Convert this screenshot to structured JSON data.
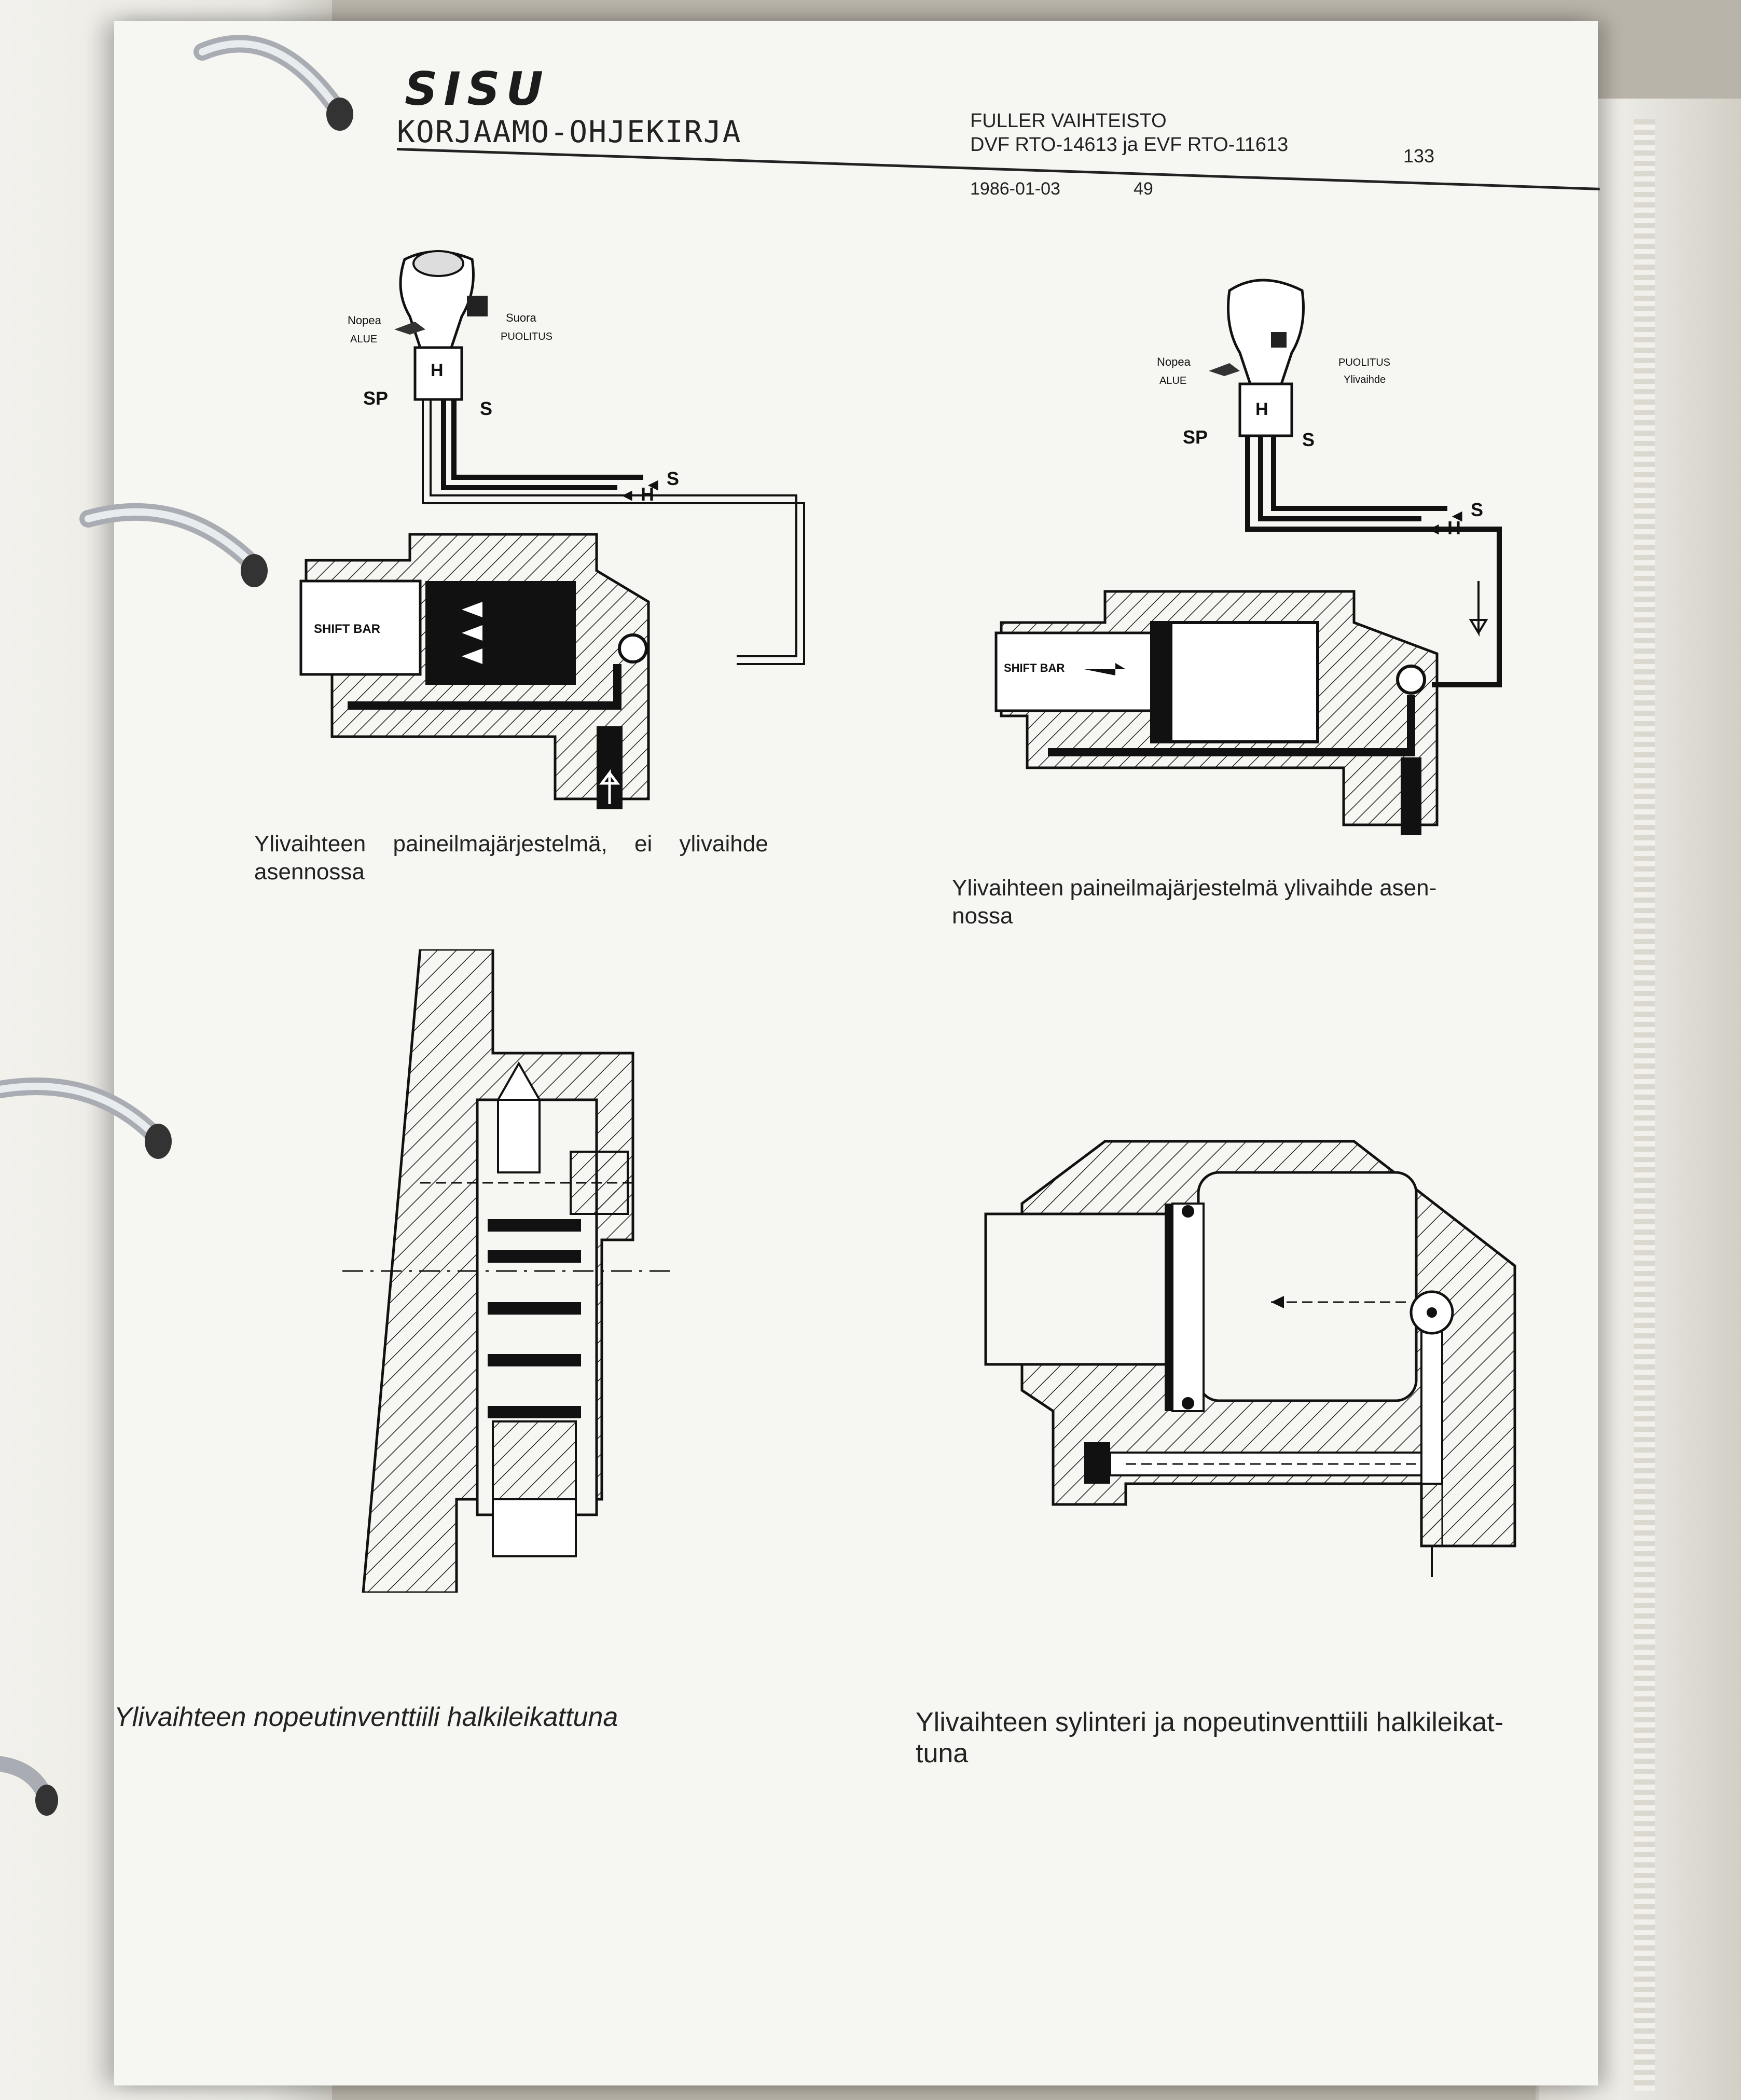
{
  "header": {
    "logo": "SISU",
    "manual_title": "KORJAAMO-OHJEKIRJA",
    "subject_line1": "FULLER VAIHTEISTO",
    "subject_line2": "DVF RTO-14613 ja EVF RTO-11613",
    "page_number": "133",
    "date": "1986-01-03",
    "sheet_number": "49"
  },
  "figures": {
    "fig1": {
      "labels": {
        "nopea": "Nopea",
        "alue": "ALUE",
        "suora": "Suora",
        "puolitus": "PUOLITUS",
        "h": "H",
        "sp": "SP",
        "s": "S",
        "shift_bar": "SHIFT BAR"
      },
      "caption_line1": "Ylivaihteen paineilmajärjestelmä, ei ylivaihde",
      "caption_line2": "asennossa"
    },
    "fig2": {
      "labels": {
        "nopea": "Nopea",
        "alue": "ALUE",
        "puolitus": "PUOLITUS",
        "ylivaihde": "Ylivaihde",
        "h": "H",
        "sp": "SP",
        "s": "S",
        "shift_bar": "SHIFT BAR"
      },
      "caption_line1": "Ylivaihteen paineilmajärjestelmä ylivaihde asen-",
      "caption_line2": "nossa"
    },
    "fig3": {
      "caption": "Ylivaihteen nopeutinventtiili halkileikattuna"
    },
    "fig4": {
      "caption_line1": "Ylivaihteen sylinteri ja nopeutinventtiili halkileikat-",
      "caption_line2": "tuna"
    }
  },
  "colors": {
    "paper": "#f6f6f2",
    "ink": "#1a1a1a",
    "binder_ring": "#cfd2d6"
  }
}
